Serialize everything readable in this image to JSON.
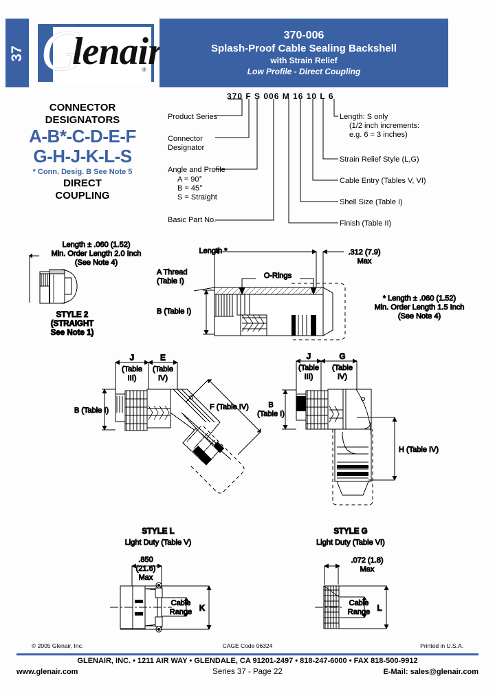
{
  "header": {
    "tab_number": "37",
    "logo_letter": "G",
    "logo_word": "lenair",
    "logo_registered": "®",
    "part_number": "370-006",
    "title_line1": "Splash-Proof Cable Sealing Backshell",
    "title_line2": "with Strain Relief",
    "title_line3": "Low Profile - Direct Coupling"
  },
  "part_number_breakdown": {
    "code": "370 F S 006 M 16 10 L 6",
    "left_callouts": [
      {
        "label": "Product Series"
      },
      {
        "label": "Connector"
      },
      {
        "label": "Designator"
      },
      {
        "label": "Angle and Profile"
      },
      {
        "label": "A = 90°"
      },
      {
        "label": "B = 45°"
      },
      {
        "label": "S = Straight"
      },
      {
        "label": "Basic Part No."
      }
    ],
    "right_callouts": [
      {
        "label": "Length: S only"
      },
      {
        "label": "(1/2 inch increments:"
      },
      {
        "label": "e.g. 6 = 3 inches)"
      },
      {
        "label": "Strain Relief Style (L,G)"
      },
      {
        "label": "Cable Entry (Tables V, VI)"
      },
      {
        "label": "Shell Size (Table I)"
      },
      {
        "label": "Finish (Table II)"
      }
    ]
  },
  "connector_designators": {
    "heading_line1": "CONNECTOR",
    "heading_line2": "DESIGNATORS",
    "row1": "A-B*-C-D-E-F",
    "row2": "G-H-J-K-L-S",
    "note": "* Conn. Desig. B See Note 5",
    "direct_line1": "DIRECT",
    "direct_line2": "COUPLING",
    "accent_color": "#3b61a5"
  },
  "style2": {
    "dim_line1": "Length ± .060 (1.52)",
    "dim_line2": "Min. Order Length 2.0 Inch",
    "dim_line3": "(See Note 4)",
    "caption_line1": "STYLE 2",
    "caption_line2": "(STRAIGHT",
    "caption_line3": "See Note 1)"
  },
  "straight_section": {
    "length_label": "Length *",
    "a_thread_line1": "A Thread",
    "a_thread_line2": "(Table I)",
    "o_rings": "O-Rings",
    "b_table": "B (Table I)",
    "max_dim_line1": ".312 (7.9)",
    "max_dim_line2": "Max",
    "note_line1": "* Length ± .060 (1.52)",
    "note_line2": "Min. Order Length 1.5 Inch",
    "note_line3": "(See Note 4)"
  },
  "angle45": {
    "j_label": "J",
    "j_table_line1": "(Table",
    "j_table_line2": "III)",
    "e_label": "E",
    "e_table_line1": "(Table",
    "e_table_line2": "IV)",
    "b_table": "B (Table I)",
    "f_table": "F (Table IV)"
  },
  "angle90": {
    "j_label": "J",
    "j_table_line1": "(Table",
    "j_table_line2": "III)",
    "g_label": "G",
    "g_table_line1": "(Table",
    "g_table_line2": "IV)",
    "b_table_line1": "B",
    "b_table_line2": "(Table I)",
    "h_table": "H (Table IV)"
  },
  "style_l": {
    "title": "STYLE L",
    "subtitle": "Light Duty (Table V)",
    "dim_line1": ".850",
    "dim_line2": "(21.6)",
    "dim_line3": "Max",
    "cable_range_line1": "Cable",
    "cable_range_line2": "Range",
    "k_label": "K"
  },
  "style_g": {
    "title": "STYLE G",
    "subtitle": "Light Duty (Table VI)",
    "dim_line1": ".072 (1.8)",
    "dim_line2": "Max",
    "cable_range_line1": "Cable",
    "cable_range_line2": "Range",
    "l_label": "L"
  },
  "footer": {
    "copyright": "© 2005 Glenair, Inc.",
    "cage_code": "CAGE Code 06324",
    "printed": "Printed in U.S.A.",
    "address": "GLENAIR, INC. • 1211 AIR WAY • GLENDALE, CA 91201-2497 • 818-247-6000 • FAX 818-500-9912",
    "website": "www.glenair.com",
    "series_page": "Series 37 - Page 22",
    "email": "E-Mail: sales@glenair.com",
    "rule_color": "#3b61a5"
  }
}
